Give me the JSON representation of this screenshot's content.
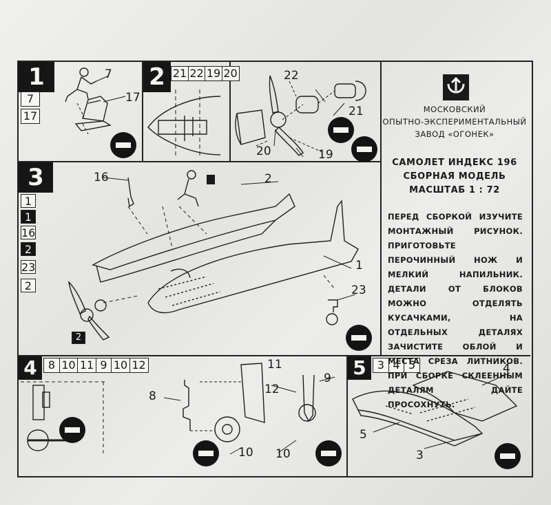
{
  "steps": [
    {
      "number": "1",
      "parts": [
        "7",
        "17"
      ]
    },
    {
      "number": "2",
      "parts": [
        "21",
        "22",
        "19",
        "20"
      ]
    },
    {
      "number": "3",
      "parts": [
        "1",
        "1",
        "16",
        "2",
        "23",
        "2"
      ]
    },
    {
      "number": "4",
      "parts": [
        "8",
        "10",
        "11",
        "9",
        "10",
        "12"
      ]
    },
    {
      "number": "5",
      "parts": [
        "3",
        "4",
        "5"
      ]
    }
  ],
  "labels": {
    "s1": [
      "7",
      "17"
    ],
    "s2": [
      "22",
      "21",
      "20",
      "19"
    ],
    "s3": [
      "16",
      "2",
      "1",
      "23",
      "2"
    ],
    "s4": [
      "11",
      "8",
      "12",
      "9",
      "10",
      "10"
    ],
    "s5": [
      "4",
      "5",
      "3"
    ]
  },
  "header": {
    "factory": [
      "МОСКОВСКИЙ",
      "ОПЫТНО-ЭКСПЕРИМЕНТАЛЬНЫЙ",
      "ЗАВОД «ОГОНЕК»"
    ],
    "model": [
      "САМОЛЕТ ИНДЕКС 196",
      "СБОРНАЯ МОДЕЛЬ",
      "МАСШТАБ 1 : 72"
    ]
  },
  "instructions": "ПЕРЕД СБОРКОЙ ИЗУЧИТЕ МОНТАЖНЫЙ РИСУНОК. ПРИГОТОВЬТЕ ПЕРОЧИННЫЙ НОЖ И МЕЛКИЙ НАПИЛЬНИК. ДЕТАЛИ ОТ БЛОКОВ МОЖНО ОТДЕЛЯТЬ КУСАЧКАМИ, НА ОТДЕЛЬНЫХ ДЕТАЛЯХ ЗАЧИСТИТЕ ОБЛОЙ И МЕСТА СРЕЗА ЛИТНИКОВ. ПРИ СБОРКЕ СКЛЕЕННЫМ ДЕТАЛЯМ ДАЙТЕ ПРОСОХНУТЬ.",
  "icons": [
    "factory-logo-icon",
    "glue-icon"
  ]
}
